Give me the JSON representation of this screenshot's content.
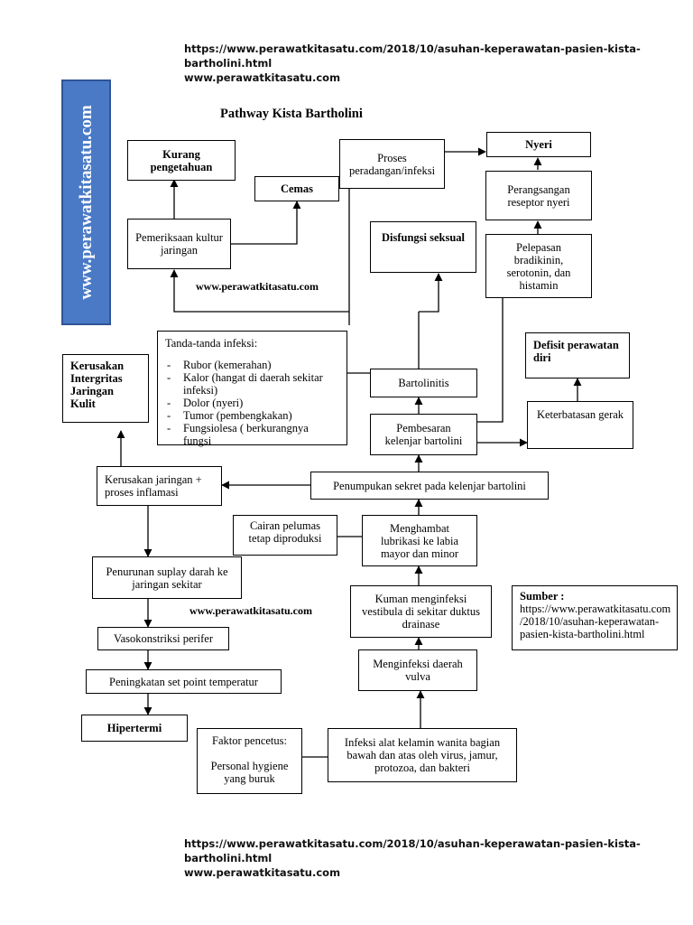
{
  "header": {
    "line1": "https://www.perawatkitasatu.com/2018/10/asuhan-keperawatan-pasien-kista-",
    "line2": "bartholini.html",
    "line3": "www.perawatkitasatu.com"
  },
  "footer": {
    "line1": "https://www.perawatkitasatu.com/2018/10/asuhan-keperawatan-pasien-kista-",
    "line2": "bartholini.html",
    "line3": "www.perawatkitasatu.com"
  },
  "sidebar": {
    "text": "www.perawatkitasatu.com",
    "color": "#4a7ac6"
  },
  "diagram": {
    "title": "Pathway Kista Bartholini",
    "watermark1": "www.perawatkitasatu.com",
    "watermark2": "www.perawatkitasatu.com",
    "nodes": {
      "kurang": "Kurang\npengetahuan",
      "cemas": "Cemas",
      "proses": "Proses\nperadangan/infeksi",
      "nyeri": "Nyeri",
      "perangsangan": "Perangsangan\nreseptor nyeri",
      "pemeriksaan": "Pemeriksaan kultur\njaringan",
      "disfungsi": "Disfungsi seksual",
      "pelepasan": "Pelepasan\nbradikinin,\nserotonin, dan\nhistamin",
      "tanda_title": "Tanda-tanda infeksi:",
      "tanda_items": [
        "Rubor (kemerahan)",
        "Kalor (hangat di daerah sekitar infeksi)",
        "Dolor (nyeri)",
        "Tumor (pembengkakan)",
        "Fungsiolesa ( berkurangnya fungsi"
      ],
      "kerusakan_integritas": "Kerusakan\nIntergritas\nJaringan\nKulit",
      "defisit": "Defisit perawatan\ndiri",
      "bartolinitis": "Bartolinitis",
      "pembesaran": "Pembesaran\nkelenjar bartolini",
      "keterbatasan": "Keterbatasan gerak",
      "kerusakan_jaringan": "Kerusakan jaringan +\nproses inflamasi",
      "penumpukan": "Penumpukan sekret pada kelenjar bartolini",
      "cairan": "Cairan pelumas\ntetap diproduksi",
      "menghambat": "Menghambat\nlubrikasi ke labia\nmayor dan minor",
      "penurunan": "Penurunan suplay darah ke\njaringan sekitar",
      "kuman": "Kuman menginfeksi\nvestibula di sekitar duktus\ndrainase",
      "sumber_title": "Sumber :",
      "sumber_text": "https://www.perawatkitasatu.com\n/2018/10/asuhan-keperawatan-\npasien-kista-bartholini.html",
      "vasokonstriksi": "Vasokonstriksi perifer",
      "menginfeksi": "Menginfeksi daerah\nvulva",
      "peningkatan": "Peningkatan set point temperatur",
      "hipertermi": "Hipertermi",
      "faktor_title": "Faktor pencetus:",
      "faktor_text": "Personal hygiene\nyang buruk",
      "infeksi": "Infeksi alat kelamin wanita bagian\nbawah dan atas oleh virus, jamur,\nprotozoa, dan bakteri"
    }
  }
}
